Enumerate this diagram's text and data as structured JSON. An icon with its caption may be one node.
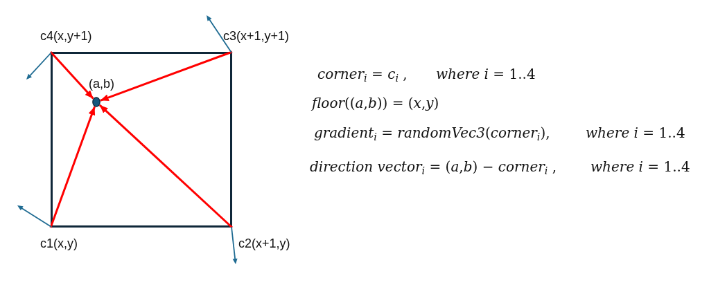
{
  "diagram": {
    "nodes": [
      {
        "text": [],
        "shape": "box"
      },
      {
        "text": [],
        "shape": "circle",
        "in": 0,
        "beside": [
          "(a,b)"
        ]
      }
    ],
    "edges": [
      {
        "from": 0,
        "to": 1,
        "arrow": "to"
      },
      {
        "from": 0,
        "to": 1,
        "arrow": "to"
      },
      {
        "from": 0,
        "to": 1,
        "arrow": "to"
      },
      {
        "from": 0,
        "to": 1,
        "arrow": "to"
      }
    ],
    "labels": [
      "c4(x,y+1)",
      "c3(x+1,y+1)",
      "*corner*$_{i}$ = *c*$_{i}$ ,",
      "*where i* = 1..4",
      "*floor*((*a*,*b*)) = (*x*,*y*)",
      "*gradient*$_{i}$ = *randomVec3*(*corner*$_{i}$),",
      "*where i* = 1..4",
      "*direction vector*$_{i}$ = (*a*,*b*) − *corner*$_{i}$ ,",
      "*where i* = 1..4",
      "c1(x,y)",
      "c2(x+1,y)"
    ]
  }
}
